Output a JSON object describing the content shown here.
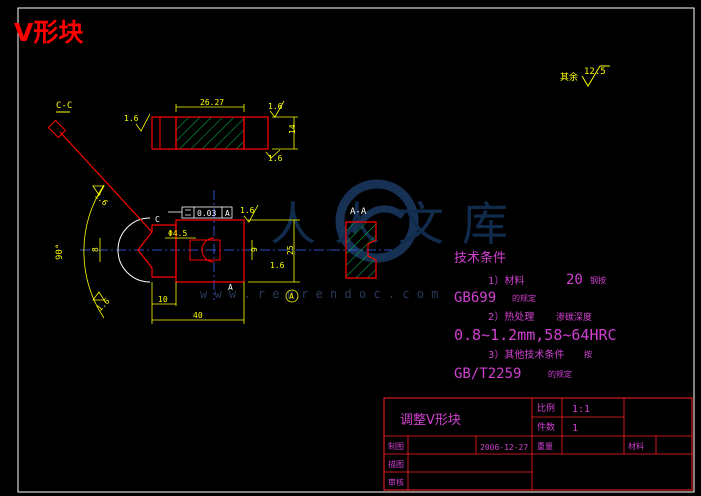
{
  "title": "V形块",
  "roughness": {
    "label": "其余",
    "value": "12.5"
  },
  "section_cc": "C-C",
  "section_aa": "A-A",
  "dimensions": {
    "d_26_27": "26.27",
    "d_14": "14",
    "d_1_6_a": "1.6",
    "d_1_6_b": "1.6",
    "d_1_6_c": "1.6",
    "d_1_6_d": "1.6",
    "d_1_6_e": "1.6",
    "d_1_6_f": "1.6",
    "d_1_6_g": "1.6",
    "tolerance": "0.03",
    "datum": "A",
    "phi": "Φ4.5",
    "d_25": "25",
    "d_8": "8",
    "d_9": "9",
    "d_10": "10",
    "d_40": "40",
    "angle": "90°",
    "c_mark": "C",
    "a_mark1": "A",
    "a_mark2": "A"
  },
  "tech": {
    "heading": "技术条件",
    "line1_a": "1）材料",
    "line1_b": "20",
    "line1_c": "钢按",
    "line2_a": "GB699",
    "line2_b": "的规定",
    "line3_a": "2）热处理",
    "line3_b": "渗碳深度",
    "line4": "0.8~1.2mm,58~64HRC",
    "line5_a": "3）其他技术条件",
    "line5_b": "按",
    "line6_a": "GB/T2259",
    "line6_b": "的规定"
  },
  "watermark": {
    "text": "人人文库",
    "url": "w w w . r e n r e n d o c . c o m"
  },
  "title_block": {
    "name": "调整V形块",
    "scale_label": "比例",
    "scale_value": "1:1",
    "qty_label": "件数",
    "qty_value": "1",
    "drawn_label": "制图",
    "date": "2006-12-27",
    "weight_label": "重量",
    "material_label": "材料",
    "draw_label": "描图",
    "check_label": "审核"
  },
  "colors": {
    "frame": "#ffffff",
    "part": "#ff0000",
    "dim": "#ffff00",
    "hatch": "#00aa44",
    "center": "#3a6aff",
    "tech": "#d040d0",
    "tb": "#ff2020",
    "title": "#ff0000"
  }
}
